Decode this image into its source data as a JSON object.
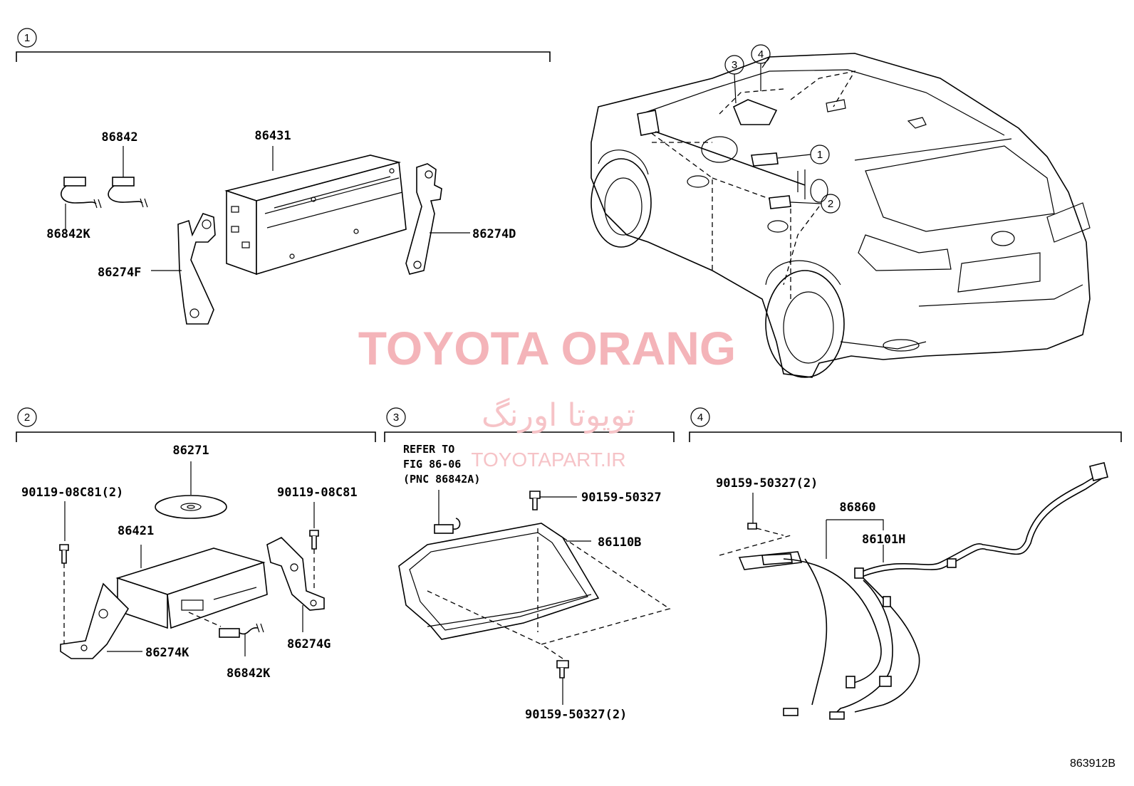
{
  "sections": {
    "s1": {
      "num": "1"
    },
    "s2": {
      "num": "2"
    },
    "s3": {
      "num": "3"
    },
    "s4": {
      "num": "4"
    }
  },
  "car_callouts": [
    "1",
    "2",
    "3",
    "4"
  ],
  "parts": {
    "p86842": "86842",
    "p86431": "86431",
    "p86842K_a": "86842K",
    "p86274F": "86274F",
    "p86274D": "86274D",
    "p86271": "86271",
    "p90119_08C81_2": "90119-08C81(2)",
    "p90119_08C81": "90119-08C81",
    "p86421": "86421",
    "p86274K": "86274K",
    "p86842K_b": "86842K",
    "p86274G": "86274G",
    "p90159_50327_top": "90159-50327",
    "p86110B": "86110B",
    "p90159_50327_2_bottom": "90159-50327(2)",
    "p90159_50327_2_s4": "90159-50327(2)",
    "p86860": "86860",
    "p86101H": "86101H"
  },
  "refer_note": {
    "line1": "REFER TO",
    "line2": "FIG 86-06",
    "line3": "(PNC 86842A)"
  },
  "watermark": {
    "title": "TOYOTA ORANG",
    "persian": "تویوتا اورنگ",
    "url": "TOYOTAPART.IR"
  },
  "diagram_code": "863912B",
  "colors": {
    "line": "#000000",
    "watermark": "#f4b4b9",
    "background": "#ffffff"
  }
}
